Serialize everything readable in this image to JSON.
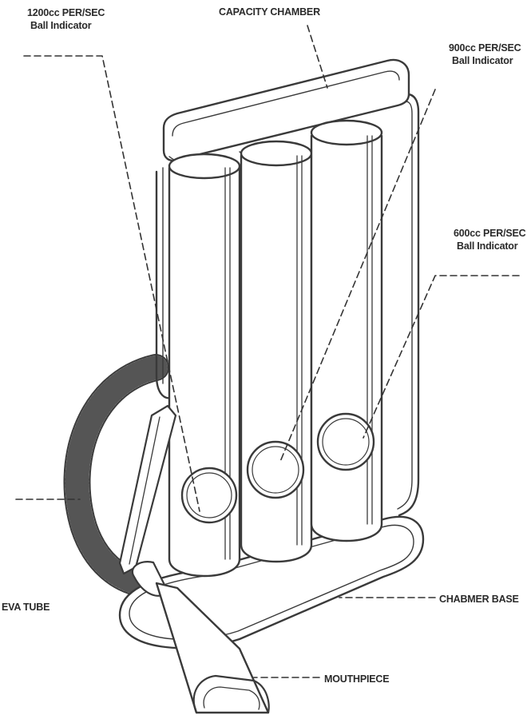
{
  "labels": {
    "ind_1200_line1": "1200cc PER/SEC",
    "ind_1200_line2": "Ball Indicator",
    "capacity_chamber": "CAPACITY CHAMBER",
    "ind_900_line1": "900cc PER/SEC",
    "ind_900_line2": "Ball Indicator",
    "ind_600_line1": "600cc PER/SEC",
    "ind_600_line2": "Ball Indicator",
    "eva_tube": "EVA TUBE",
    "chamber_base": "CHABMER BASE",
    "mouthpiece": "MOUTHPIECE"
  },
  "colors": {
    "stroke": "#3a3a3a",
    "text": "#2a2a2a",
    "background": "#ffffff"
  }
}
